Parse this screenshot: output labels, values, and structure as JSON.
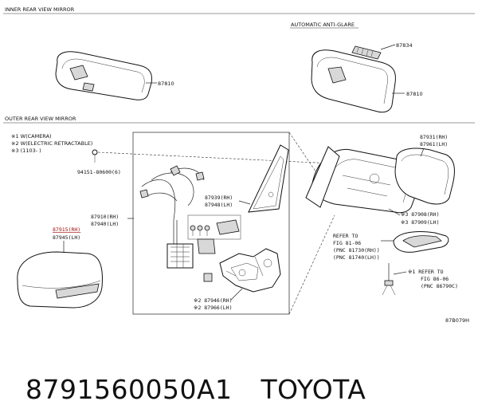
{
  "sections": {
    "inner_title": "INNER REAR VIEW MIRROR",
    "outer_title": "OUTER REAR VIEW MIRROR",
    "anti_glare_title": "AUTOMATIC ANTI-GLARE"
  },
  "notes": {
    "note1": "※1 W(CAMERA)",
    "note2": "※2 W(ELECTRIC RETRACTABLE)",
    "note3": "※3 (1103-      )"
  },
  "part_numbers": {
    "p87810_left": "87810",
    "p87810_right": "87810",
    "p87834": "87834",
    "p94151": "94151-80600(6)",
    "p87915": "87915(RH)",
    "p87945": "87945(LH)",
    "p87910": "87910(RH)",
    "p87940": "87940(LH)",
    "p87939": "87939(RH)",
    "p87948": "87948(LH)",
    "p87946": "※2 87946(RH)",
    "p87966": "※2 87966(LH)",
    "p87931": "87931(RH)",
    "p87961": "87961(LH)",
    "p87908": "※3 87908(RH)",
    "p87909": "※3 87909(LH)",
    "refer1_a": "REFER TO",
    "refer1_b": "FIG 81-06",
    "refer1_c": "(PNC 81730(RH))",
    "refer1_d": "(PNC 81740(LH))",
    "refer2_a": "※1 REFER TO",
    "refer2_b": "FIG 86-06",
    "refer2_c": "(PNC 86790C)",
    "drawing_id": "87B079H"
  },
  "footer": {
    "part_number": "8791560050A1",
    "brand": "TOYOTA"
  },
  "icons": [
    "rear-view-mirror-icon",
    "mirror-assembly-icon",
    "bolt-icon",
    "wire-harness-icon"
  ]
}
